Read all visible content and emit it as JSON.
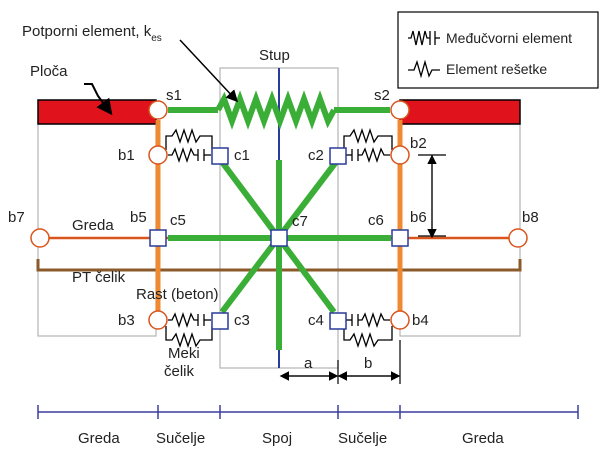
{
  "labels": {
    "support_element": "Potporni element, k",
    "support_element_sub": "es",
    "slab": "Ploča",
    "column": "Stup",
    "beam": "Greda",
    "pt_steel": "PT čelik",
    "crack": "Rast (beton)",
    "mild_steel_1": "Meki",
    "mild_steel_2": "čelik",
    "dim_a": "a",
    "dim_b": "b"
  },
  "legend": {
    "interface_element": "Međučvorni element",
    "truss_element": "Element rešetke"
  },
  "nodes": [
    "s1",
    "s2",
    "b1",
    "b2",
    "b3",
    "b4",
    "b5",
    "b6",
    "b7",
    "b8",
    "c1",
    "c2",
    "c3",
    "c4",
    "c5",
    "c6",
    "c7"
  ],
  "segments": [
    "Greda",
    "Sučelje",
    "Spoj",
    "Sučelje",
    "Greda"
  ],
  "colors": {
    "slab": "#e0131c",
    "truss": "#3aae36",
    "vertical": "#f08a32",
    "beam_line": "#d9551c",
    "pt_steel": "#8a5a2b",
    "column_axis": "#2a3c9a",
    "axis_line": "#3a3f9e",
    "node_fill": "#ffffff"
  }
}
